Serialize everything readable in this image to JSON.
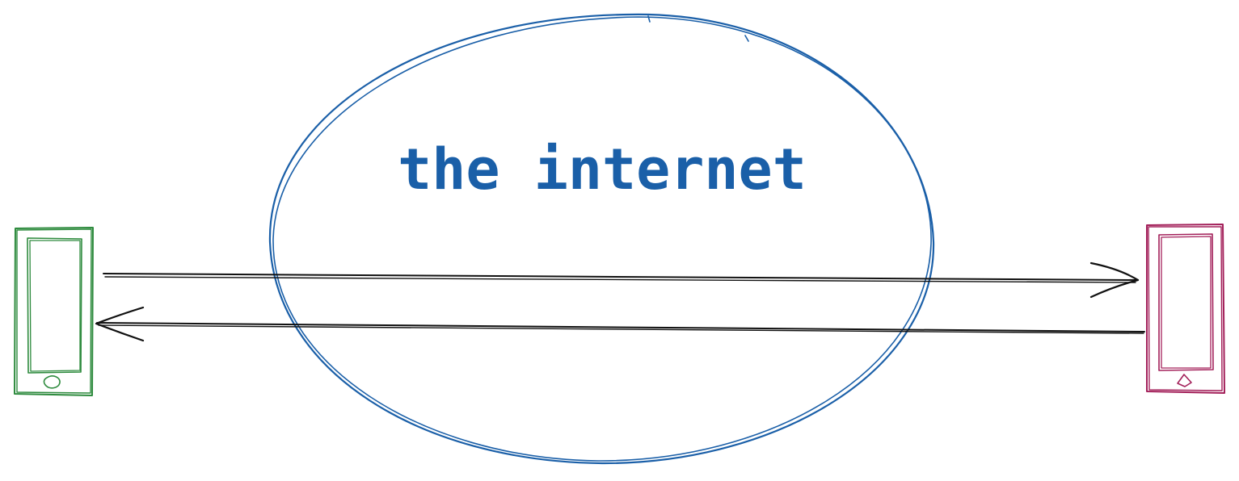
{
  "diagram": {
    "cloud": {
      "label": "the internet",
      "color": "#1a5fa8"
    },
    "left_device": {
      "icon": "smartphone-icon",
      "color": "#2e8b3e"
    },
    "right_device": {
      "icon": "smartphone-icon",
      "color": "#a3205a"
    },
    "arrows": [
      {
        "from": "left_device",
        "to": "right_device",
        "color": "#111111"
      },
      {
        "from": "right_device",
        "to": "left_device",
        "color": "#111111"
      }
    ]
  }
}
